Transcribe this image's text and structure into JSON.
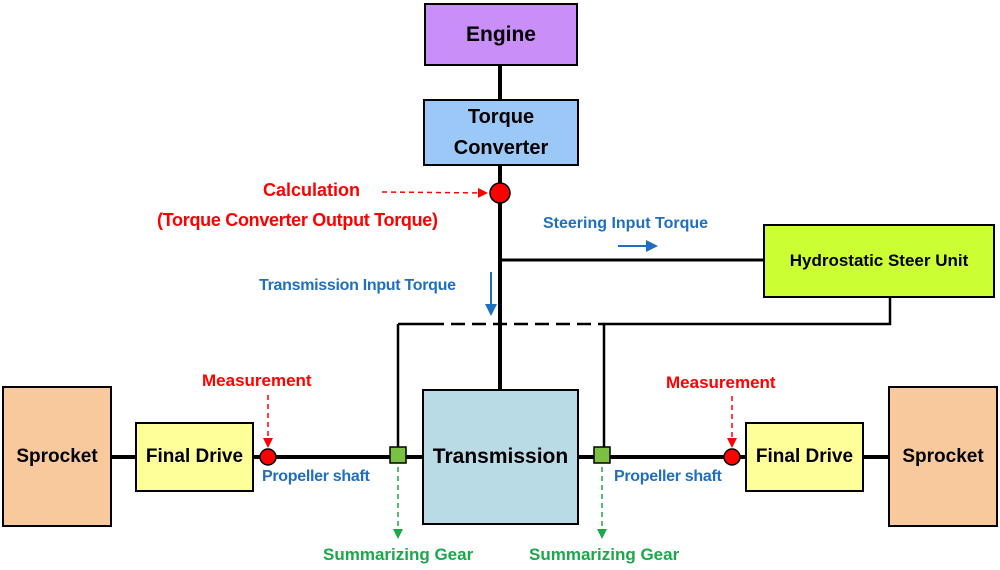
{
  "colors": {
    "engine": "#c98ef7",
    "torque_converter": "#9cc8f7",
    "steer_unit": "#ccff33",
    "transmission": "#b9dbe6",
    "final_drive": "#ffff99",
    "sprocket": "#f9c99e",
    "calc_point": "#ff0000",
    "gear": "#7ac143",
    "red_text": "#ff0000",
    "blue_text": "#1f6fc0",
    "green_text": "#1aa84a"
  },
  "blocks": {
    "engine": "Engine",
    "torque_converter_line1": "Torque",
    "torque_converter_line2": "Converter",
    "steer_unit": "Hydrostatic Steer Unit",
    "transmission": "Transmission",
    "final_drive_left": "Final Drive",
    "final_drive_right": "Final Drive",
    "sprocket_left": "Sprocket",
    "sprocket_right": "Sprocket"
  },
  "annotations": {
    "calculation": "Calculation",
    "calculation_detail": "(Torque Converter Output Torque)",
    "steering_input_torque": "Steering Input Torque",
    "transmission_input_torque": "Transmission Input Torque",
    "measurement_left": "Measurement",
    "measurement_right": "Measurement",
    "propeller_shaft_left": "Propeller shaft",
    "propeller_shaft_right": "Propeller shaft",
    "summarizing_gear_left": "Summarizing Gear",
    "summarizing_gear_right": "Summarizing Gear"
  }
}
